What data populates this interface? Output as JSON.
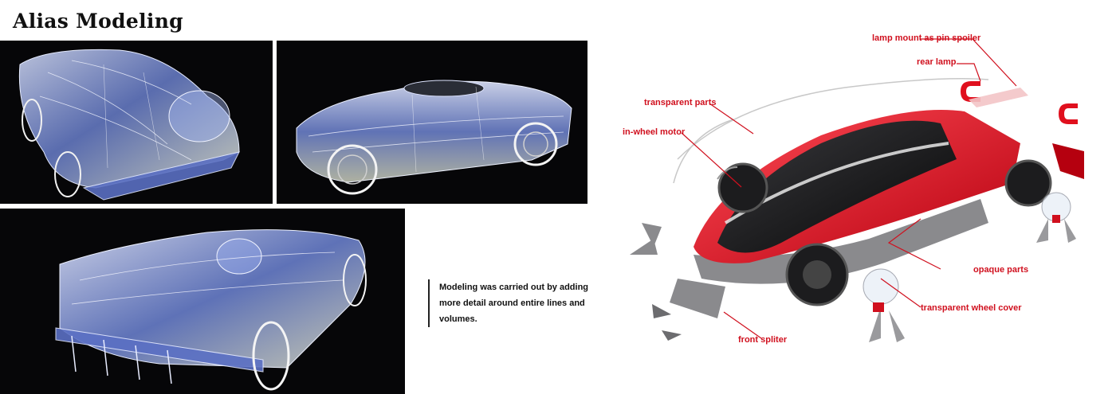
{
  "title": "Alias Modeling",
  "caption": "Modeling was carried out by adding more detail around entire lines and volumes.",
  "callouts": {
    "lamp_mount": "lamp mount as pin spoiler",
    "rear_lamp": "rear lamp",
    "transparent_parts": "transparent parts",
    "in_wheel_motor": "in-wheel motor",
    "opaque_parts": "opaque parts",
    "transparent_wheel_cover": "transparent wheel cover",
    "front_spliter": "front spliter"
  },
  "colors": {
    "accent_red": "#d0101e",
    "panel_bg": "#060608",
    "wireframe_blue": "#7b93e0"
  }
}
